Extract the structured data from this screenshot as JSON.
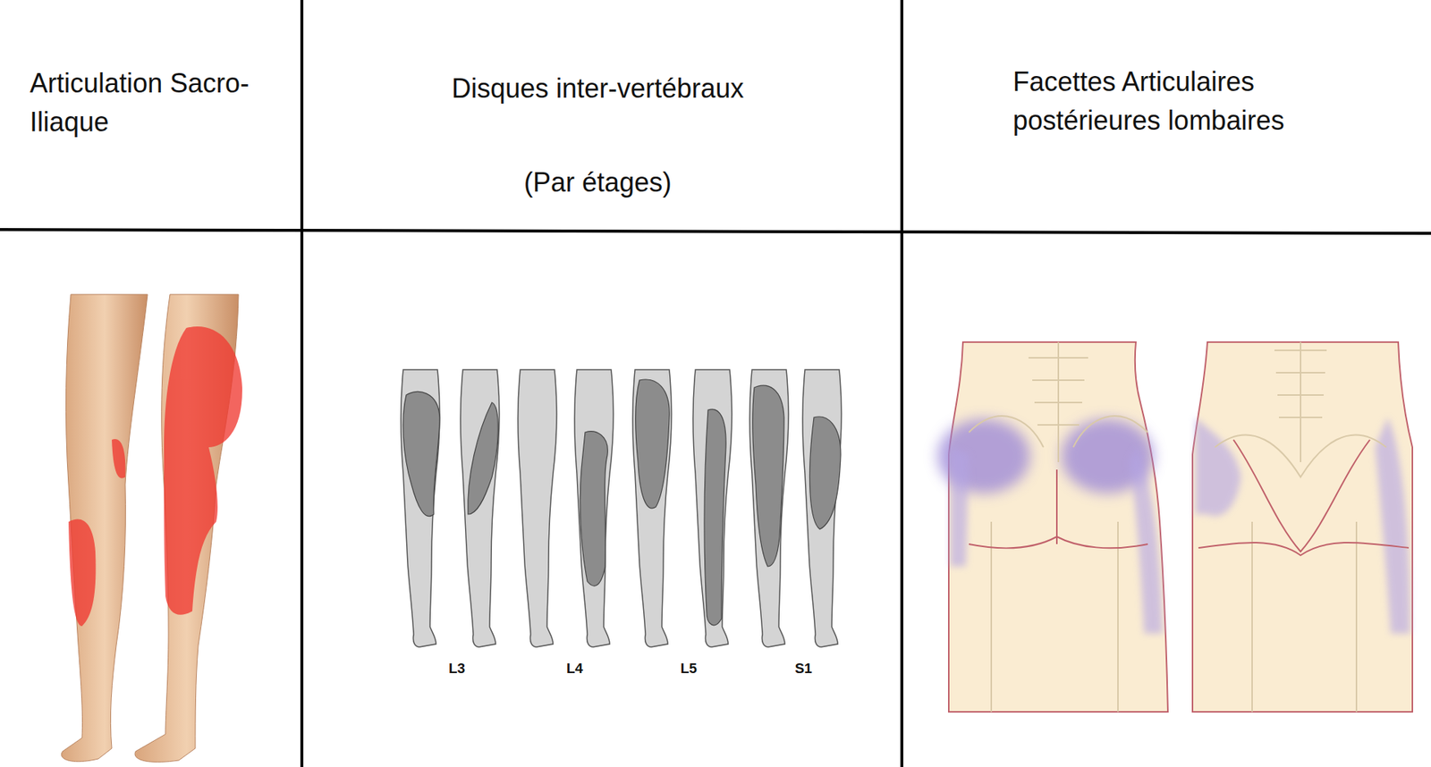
{
  "diagram": {
    "labels": [
      "Articulation Sacro-Iliaque",
      "Disques inter-vertébraux",
      "(Par étages)",
      "Facettes Articulaires postérieures lombaires",
      "L3",
      "L4",
      "L5",
      "S1"
    ]
  }
}
